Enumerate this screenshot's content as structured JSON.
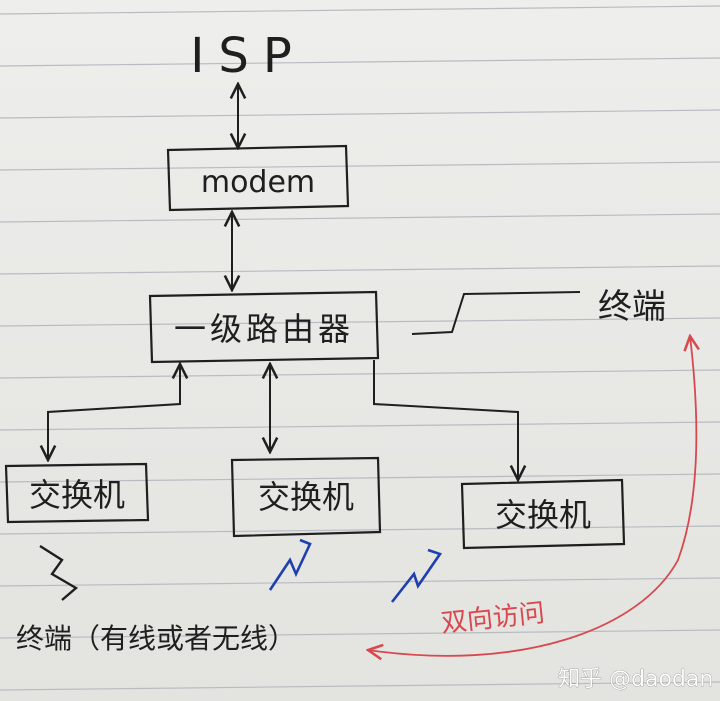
{
  "nodes": {
    "isp": "ISP",
    "modem": "modem",
    "router": "一级路由器",
    "switch_left": "交换机",
    "switch_middle": "交换机",
    "switch_right": "交换机",
    "terminal_right": "终端",
    "terminal_bottom": "终端（有线或者无线）"
  },
  "annotations": {
    "bidirectional_access": "双向访问"
  },
  "watermark": {
    "text": "知乎 @daodan"
  },
  "colors": {
    "ink": "#1f1f1f",
    "blue_link": "#1f3fb0",
    "red_annotation": "#d8484f",
    "paper_lines": "#b8bcc2"
  }
}
